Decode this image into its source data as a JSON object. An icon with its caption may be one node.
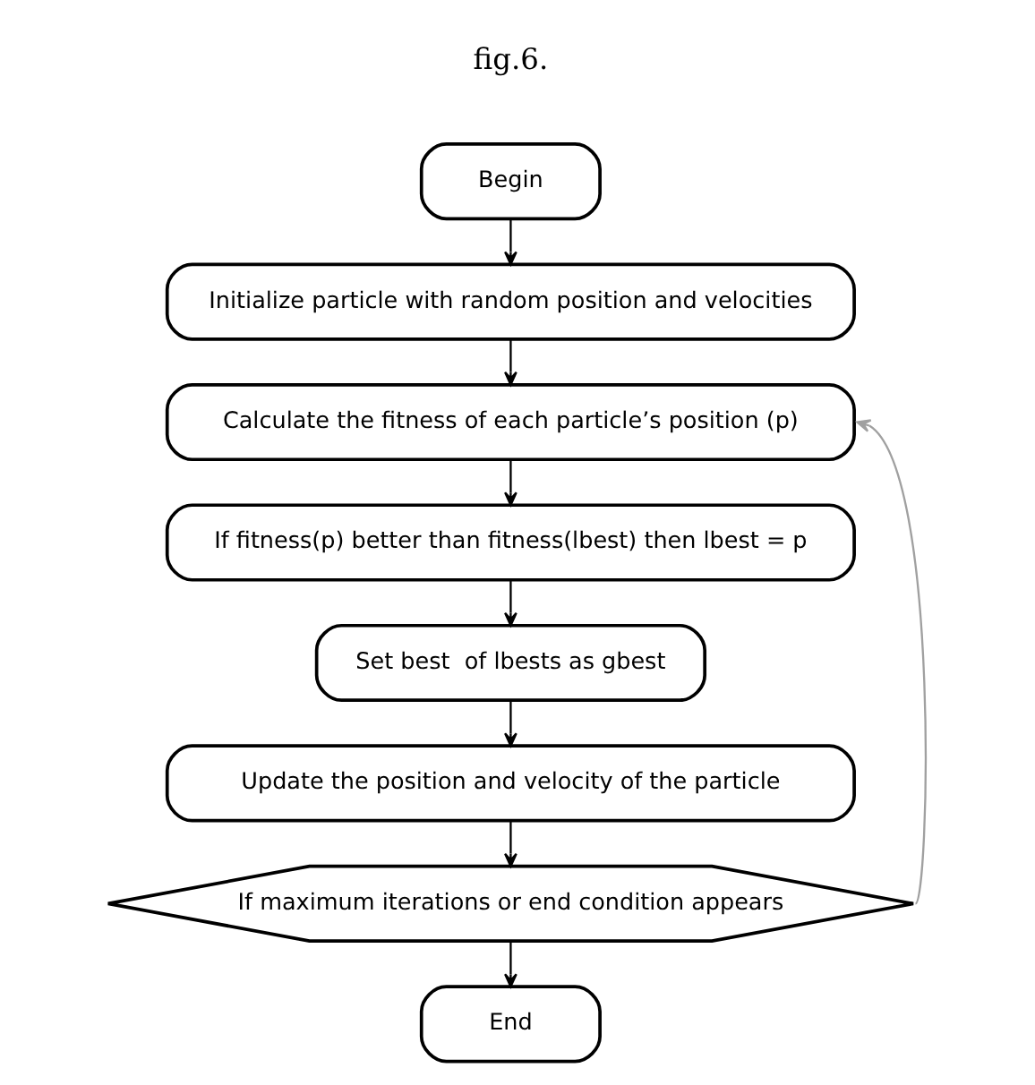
{
  "diagram": {
    "nodes": [
      {
        "text": [
          "Begin"
        ]
      },
      {
        "text": [
          "Initialize particle with random position and velocities"
        ]
      },
      {
        "text": [
          "Calculate the fitness of each particle’s position (p)"
        ]
      },
      {
        "text": [
          "If fitness(p) better than fitness(lbest) then lbest = p"
        ]
      },
      {
        "text": [
          "Set best  of lbests as gbest"
        ]
      },
      {
        "text": [
          "Update the position and velocity of the particle"
        ]
      },
      {
        "text": [
          "If maximum iterations or end condition appears"
        ]
      },
      {
        "text": [
          "End"
        ]
      }
    ],
    "edges": [
      {
        "from": 0,
        "to": 1,
        "arrow": "to"
      },
      {
        "from": 1,
        "to": 2,
        "arrow": "to"
      },
      {
        "from": 2,
        "to": 3,
        "arrow": "to"
      },
      {
        "from": 3,
        "to": 4,
        "arrow": "to"
      },
      {
        "from": 4,
        "to": 5,
        "arrow": "to"
      },
      {
        "from": 5,
        "to": 6,
        "arrow": "to"
      },
      {
        "from": 6,
        "to": 7,
        "arrow": "to"
      },
      {
        "from": 6,
        "to": 2,
        "arrow": "to",
        "color": "#a0a0a0"
      }
    ],
    "labels": [
      "fig.6."
    ]
  }
}
